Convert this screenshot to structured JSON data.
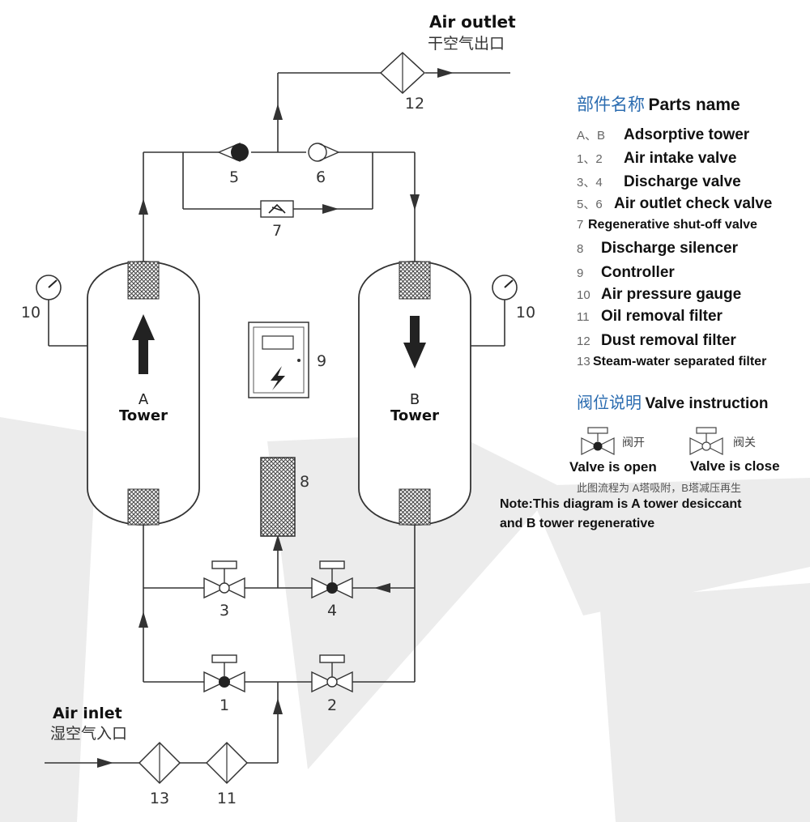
{
  "outlet": {
    "title": "Air outlet",
    "title_cn": "干空气出口"
  },
  "inlet": {
    "title": "Air inlet",
    "title_cn": "湿空气入口"
  },
  "towers": {
    "a_letter": "A",
    "a_word": "Tower",
    "b_letter": "B",
    "b_word": "Tower"
  },
  "numbers": {
    "n1": "1",
    "n2": "2",
    "n3": "3",
    "n4": "4",
    "n5": "5",
    "n6": "6",
    "n7": "7",
    "n8": "8",
    "n9": "9",
    "n10a": "10",
    "n10b": "10",
    "n11": "11",
    "n12": "12",
    "n13": "13"
  },
  "parts": {
    "heading_cn": "部件名称",
    "heading_en": "Parts name",
    "items": [
      {
        "num": "A、B",
        "label": "Adsorptive tower"
      },
      {
        "num": "1、2",
        "label": "Air intake valve"
      },
      {
        "num": "3、4",
        "label": "Discharge valve"
      },
      {
        "num": "5、6",
        "label": "Air outlet check valve"
      },
      {
        "num": "7",
        "label": "Regenerative shut-off valve"
      },
      {
        "num": "8",
        "label": "Discharge silencer"
      },
      {
        "num": "9",
        "label": "Controller"
      },
      {
        "num": "10",
        "label": "Air pressure gauge"
      },
      {
        "num": "11",
        "label": "Oil removal filter"
      },
      {
        "num": "12",
        "label": "Dust removal filter"
      },
      {
        "num": "13",
        "label": "Steam-water separated filter"
      }
    ]
  },
  "valve_instruction": {
    "heading_cn": "阀位说明",
    "heading_en": "Valve instruction",
    "open_cn": "阀开",
    "close_cn": "阀关",
    "open_en": "Valve is open",
    "close_en": "Valve is close",
    "flow_cn": "此图流程为 A塔吸附，B塔减压再生",
    "note_line1": "Note:This diagram is A tower desiccant",
    "note_line2": "and B tower regenerative"
  },
  "colors": {
    "accent": "#2b6cb0",
    "line": "#333333",
    "watermark": "#eaeaea"
  }
}
